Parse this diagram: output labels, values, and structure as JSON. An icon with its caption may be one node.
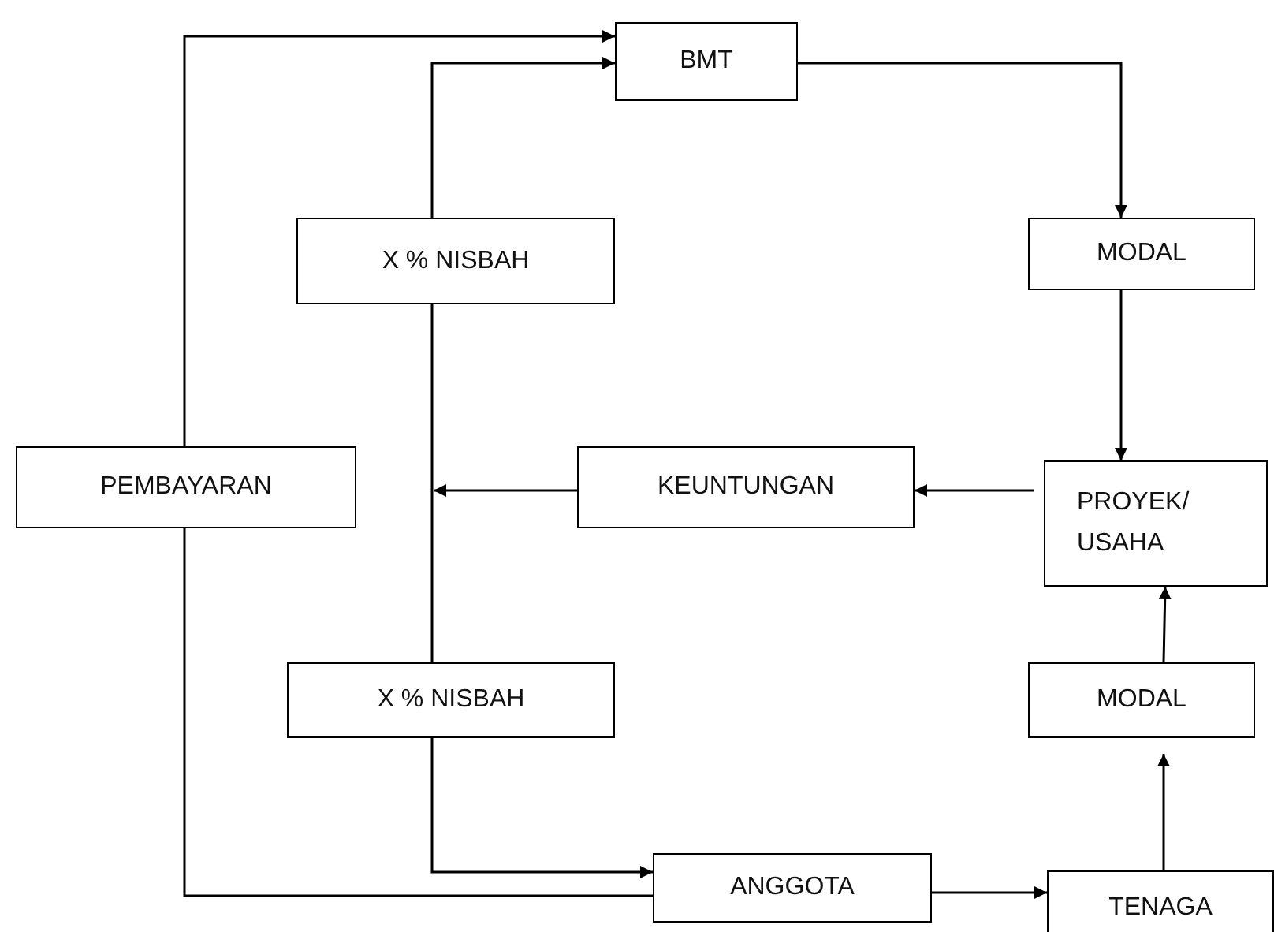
{
  "diagram": {
    "nodes": [
      {
        "text": [
          "BMT"
        ]
      },
      {
        "text": [
          "X % NISBAH"
        ]
      },
      {
        "text": [
          "MODAL"
        ]
      },
      {
        "text": [
          "PEMBAYARAN"
        ]
      },
      {
        "text": [
          "KEUNTUNGAN"
        ]
      },
      {
        "text": [
          "PROYEK/ USAHA"
        ]
      },
      {
        "text": [
          "X % NISBAH"
        ]
      },
      {
        "text": [
          "MODAL"
        ]
      },
      {
        "text": [
          "ANGGOTA"
        ]
      },
      {
        "text": [
          "TENAGA"
        ]
      }
    ],
    "edges": [
      {
        "from": 3,
        "to": 0,
        "arrow": "to"
      },
      {
        "from": 1,
        "to": 0,
        "arrow": "to"
      },
      {
        "from": 0,
        "to": 2,
        "arrow": "to"
      },
      {
        "from": 2,
        "to": 5,
        "arrow": "to"
      },
      {
        "from": 5,
        "to": 4,
        "arrow": "to"
      },
      {
        "from": 4,
        "to": null,
        "arrow": "to"
      },
      {
        "from": 1,
        "to": 6,
        "arrow": "none"
      },
      {
        "from": 6,
        "to": 8,
        "arrow": "to"
      },
      {
        "from": 8,
        "to": 3,
        "arrow": "none"
      },
      {
        "from": 8,
        "to": 9,
        "arrow": "to"
      },
      {
        "from": 9,
        "to": 7,
        "arrow": "to"
      },
      {
        "from": 7,
        "to": 5,
        "arrow": "to"
      }
    ]
  }
}
